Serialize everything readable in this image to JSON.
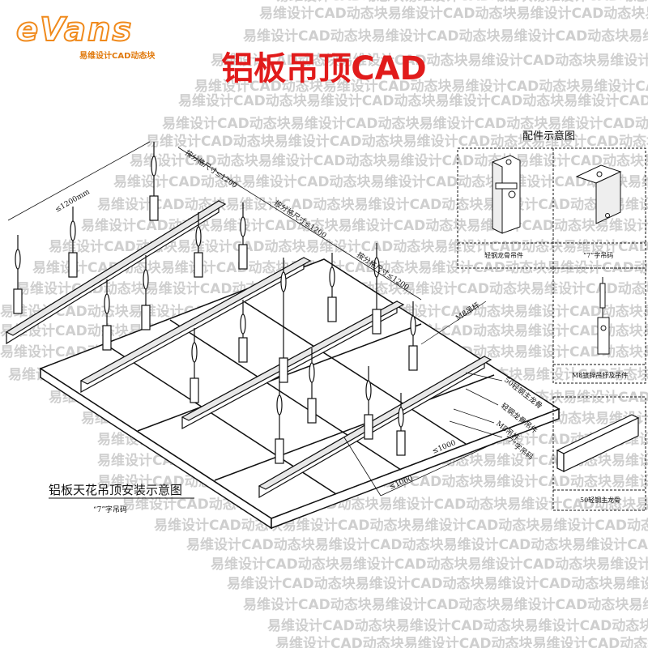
{
  "logo": {
    "word": "eVans",
    "subtitle": "易维设计CAD动态块"
  },
  "title": "铝板吊顶CAD",
  "watermark": {
    "text": "易维设计CAD动态块",
    "color": "#cfcfcf"
  },
  "parts_panel": {
    "heading": "配件示意图",
    "items": [
      {
        "caption": "轻钢龙骨吊件"
      },
      {
        "caption": "“7”字吊码"
      },
      {
        "caption": "M8镀锌吊杆及吊件"
      },
      {
        "caption": "50轻钢主龙骨"
      }
    ]
  },
  "diagram": {
    "caption": "铝板天花吊顶安装示意图",
    "bottom_label": "“7”字吊码",
    "dimensions": {
      "span_top": "≤1200mm",
      "spacing_1": "按分格尺寸≤1200",
      "spacing_2": "按分格尺寸≤1200",
      "spacing_3": "按分格尺寸≤1200",
      "edge_1": "≤1000",
      "edge_2": "≤1000"
    },
    "callouts": {
      "rod": "M8吊杆",
      "main_keel": "50轻钢主龙骨",
      "hanger": "轻钢龙骨吊件",
      "rod2": "M8吊杆",
      "clip": "“7”字吊码"
    }
  }
}
